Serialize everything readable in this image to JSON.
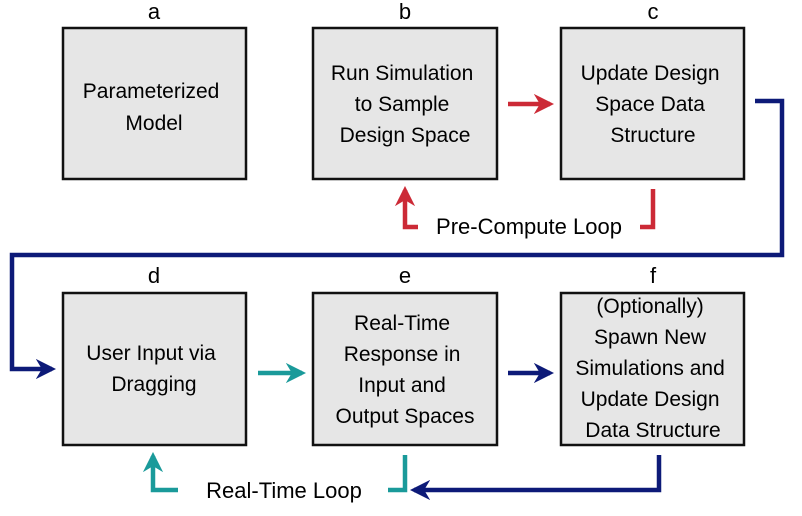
{
  "colors": {
    "red": "#cc2a36",
    "teal": "#1a9a9a",
    "navy": "#0d1a78",
    "box_fill": "#e6e6e6"
  },
  "boxes": [
    {
      "id": "a",
      "letter": "a",
      "lines": [
        "Parameterized",
        "Model"
      ]
    },
    {
      "id": "b",
      "letter": "b",
      "lines": [
        "Run Simulation",
        "to Sample",
        "Design Space"
      ]
    },
    {
      "id": "c",
      "letter": "c",
      "lines": [
        "Update Design",
        "Space Data",
        "Structure"
      ]
    },
    {
      "id": "d",
      "letter": "d",
      "lines": [
        "User Input via",
        "Dragging"
      ]
    },
    {
      "id": "e",
      "letter": "e",
      "lines": [
        "Real-Time",
        "Response in",
        "Input and",
        "Output Spaces"
      ]
    },
    {
      "id": "f",
      "letter": "f",
      "lines": [
        "(Optionally)",
        "Spawn New",
        "Simulations and",
        "Update Design",
        "Data Structure"
      ]
    }
  ],
  "loops": {
    "precompute": "Pre-Compute Loop",
    "realtime": "Real-Time Loop"
  }
}
